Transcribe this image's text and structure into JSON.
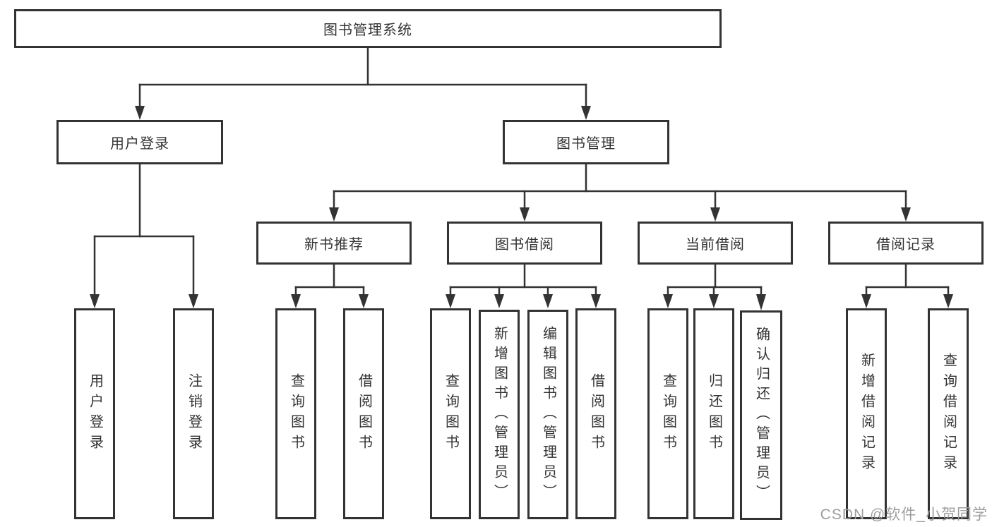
{
  "colors": {
    "line": "#333333",
    "text": "#333333",
    "watermark": "#9e9e9e",
    "background": "#ffffff"
  },
  "root": {
    "label": "图书管理系统"
  },
  "level2": [
    {
      "label": "用户登录"
    },
    {
      "label": "图书管理"
    }
  ],
  "level3": [
    {
      "label": "新书推荐"
    },
    {
      "label": "图书借阅"
    },
    {
      "label": "当前借阅"
    },
    {
      "label": "借阅记录"
    }
  ],
  "leaves": {
    "login": [
      "用户登录",
      "注销登录"
    ],
    "recommend": [
      "查询图书",
      "借阅图书"
    ],
    "borrow": [
      "查询图书",
      "新增图书（管理员）",
      "编辑图书（管理员）",
      "借阅图书"
    ],
    "current": [
      "查询图书",
      "归还图书",
      "确认归还（管理员）"
    ],
    "records": [
      "新增借阅记录",
      "查询借阅记录"
    ]
  },
  "watermark": "CSDN @软件_小贺同学"
}
